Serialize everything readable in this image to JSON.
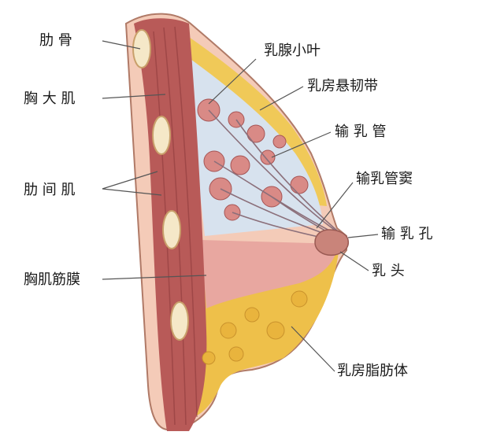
{
  "labels": {
    "rib": "肋 骨",
    "pectoralis_major": "胸 大 肌",
    "intercostal": "肋 间 肌",
    "pectoral_fascia": "胸肌筋膜",
    "lobule": "乳腺小叶",
    "suspensory_ligament": "乳房悬韧带",
    "duct": "输 乳 管",
    "sinus": "输乳管窦",
    "pore": "输 乳 孔",
    "nipple": "乳  头",
    "fat": "乳房脂肪体"
  },
  "colors": {
    "muscle": "#b85a58",
    "muscle_dark": "#8e3b3c",
    "fat_yellow": "#efc94e",
    "gland_blue": "#d7e2ee",
    "lobule_pink": "#d98a86",
    "skin": "#f2c7b4",
    "leader": "#555555"
  }
}
